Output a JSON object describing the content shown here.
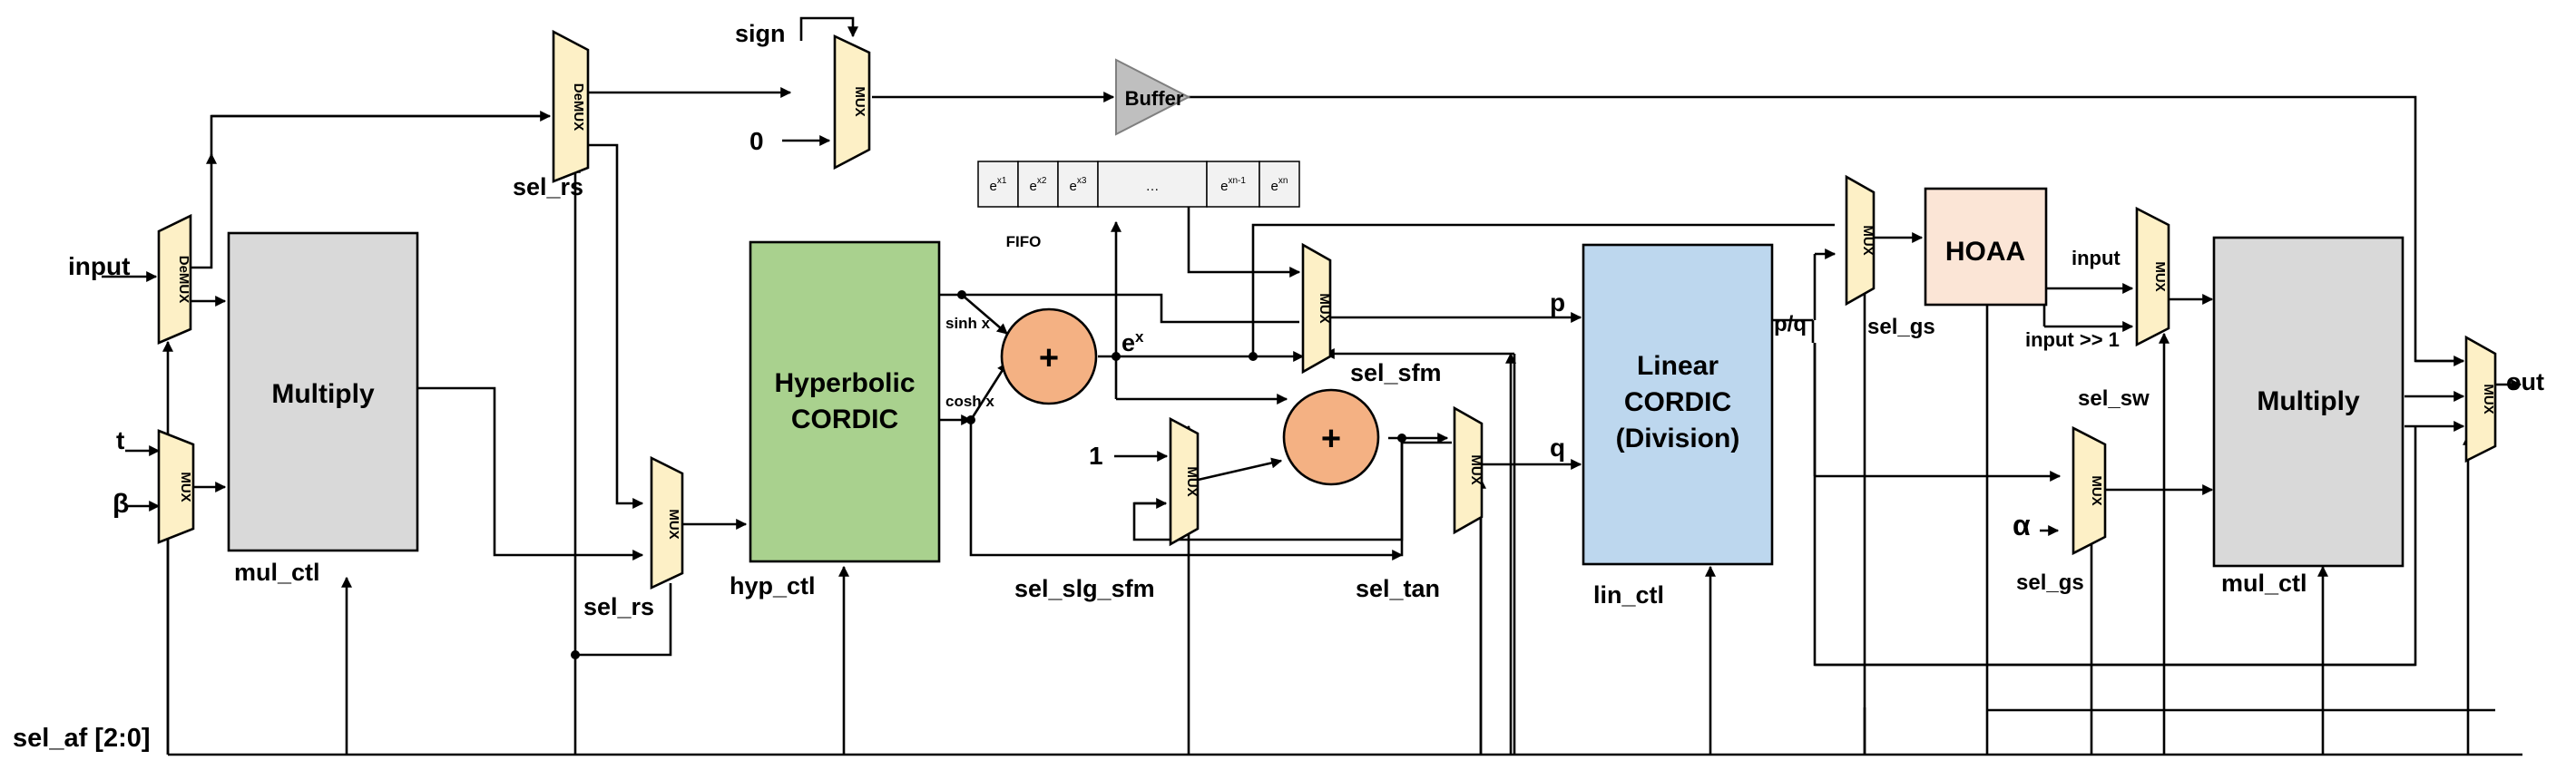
{
  "blocks": {
    "multiply_left": "Multiply",
    "hyperbolic_l1": "Hyperbolic",
    "hyperbolic_l2": "CORDIC",
    "linear_l1": "Linear",
    "linear_l2": "CORDIC",
    "linear_l3": "(Division)",
    "hoaa": "HOAA",
    "multiply_right": "Multiply",
    "buffer": "Buffer",
    "plus": "+"
  },
  "mux": {
    "mux": "MUX",
    "demux": "DeMUX"
  },
  "fifo": {
    "label": "FIFO",
    "cells": [
      {
        "base": "e",
        "sup": "x1"
      },
      {
        "base": "e",
        "sup": "x2"
      },
      {
        "base": "e",
        "sup": "x3"
      },
      {
        "base": "…",
        "sup": ""
      },
      {
        "base": "e",
        "sup": "xn-1"
      },
      {
        "base": "e",
        "sup": "xn"
      }
    ]
  },
  "signals": {
    "sign": "sign",
    "zero": "0",
    "input": "input",
    "t": "t",
    "beta": "β",
    "mul_ctl": "mul_ctl",
    "sel_rs": "sel_rs",
    "hyp_ctl": "hyp_ctl",
    "sinh": "sinh x",
    "cosh": "cosh x",
    "ex_base": "e",
    "ex_sup": "x",
    "one": "1",
    "sel_slg_sfm": "sel_slg_sfm",
    "sel_sfm": "sel_sfm",
    "sel_tan": "sel_tan",
    "p": "p",
    "q": "q",
    "lin_ctl": "lin_ctl",
    "pq": "p/q",
    "sel_gs": "sel_gs",
    "alpha": "α",
    "input_shift": "input >> 1",
    "sel_sw": "sel_sw",
    "out": "out",
    "sel_af": "sel_af [2:0]"
  },
  "colors": {
    "mux_fill": "#fdf0c6",
    "multiply_fill": "#d9d9d9",
    "hyperbolic_fill": "#a9d18e",
    "linear_fill": "#bdd7ee",
    "hoaa_fill": "#fbe5d6",
    "adder_fill": "#f4b183",
    "buffer_fill": "#bfbfbf",
    "fifo_fill": "#f2f2f2"
  }
}
